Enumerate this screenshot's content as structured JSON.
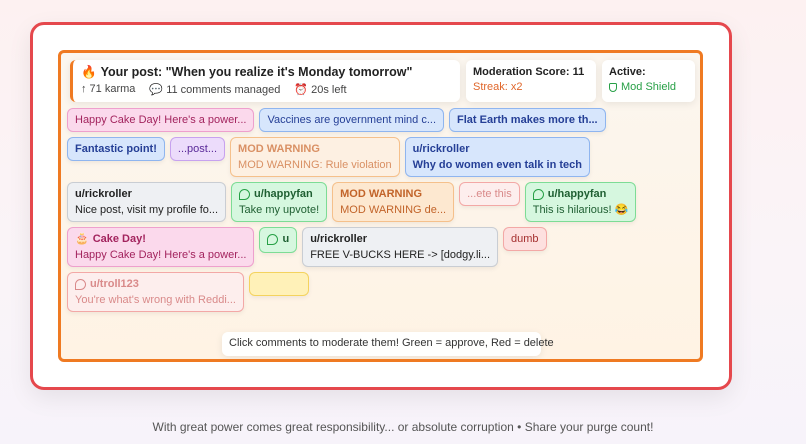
{
  "header": {
    "icon": "fire-icon",
    "title": "Your post: \"When you realize it's Monday tomorrow\"",
    "karma": "↑ 71 karma",
    "comments": "11 comments managed",
    "timer": "20s left"
  },
  "score": {
    "label": "Moderation Score: 11",
    "streak": "Streak: x2"
  },
  "active": {
    "label": "Active:",
    "powerup": "Mod Shield"
  },
  "hint": "Click comments to moderate them! Green = approve, Red = delete",
  "footer": "With great power comes great responsibility... or absolute corruption • Share your purge count!",
  "colors": {
    "outer_border": "#e5484d",
    "frame_border": "#ef7a22",
    "approve": "#27a046",
    "delete": "#e5484d"
  },
  "comments": [
    {
      "user": "",
      "text": "Happy Cake Day! Here's a power..."
    },
    {
      "user": "",
      "text": "Vaccines are government mind c..."
    },
    {
      "user": "",
      "text": "Flat Earth makes more th..."
    },
    {
      "user": "",
      "text": "Fantastic point!"
    },
    {
      "user": "",
      "text": "...post..."
    },
    {
      "user": "MOD WARNING",
      "text": "MOD WARNING: Rule violation"
    },
    {
      "user": "u/rickroller",
      "text": "Why do women even talk in tech"
    },
    {
      "user": "u/rickroller",
      "text": "Nice post, visit my profile fo..."
    },
    {
      "user": "u/happyfan",
      "text": "Take my upvote!"
    },
    {
      "user": "MOD WARNING",
      "text": "MOD WARNING de..."
    },
    {
      "user": "",
      "text": "...ete this"
    },
    {
      "user": "u/happyfan",
      "text": "This is hilarious! 😂"
    },
    {
      "user": "Cake Day!",
      "text": "Happy Cake Day! Here's a power..."
    },
    {
      "user": "u",
      "text": ""
    },
    {
      "user": "u/rickroller",
      "text": "FREE V-BUCKS HERE -> [dodgy.li..."
    },
    {
      "user": "",
      "text": "dumb"
    },
    {
      "user": "u/troll123",
      "text": "You're what's wrong with Reddi..."
    },
    {
      "user": "",
      "text": ""
    }
  ]
}
